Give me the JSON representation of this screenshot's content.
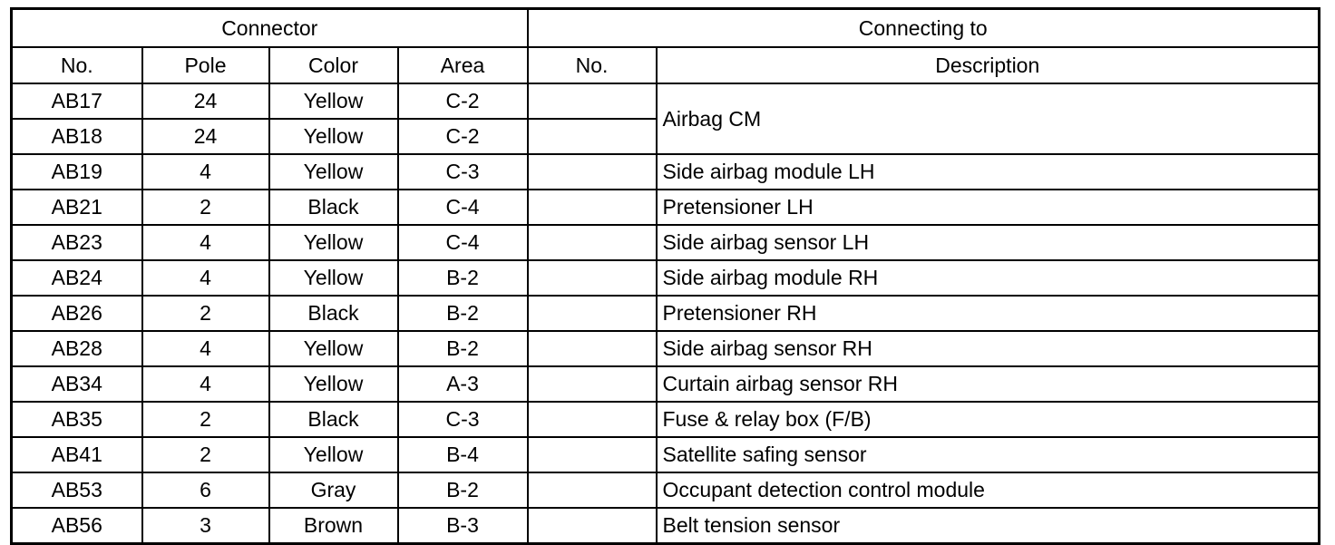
{
  "table": {
    "groups": [
      {
        "label": "Connector",
        "span": 4
      },
      {
        "label": "Connecting to",
        "span": 2
      }
    ],
    "columns": [
      {
        "key": "no",
        "label": "No."
      },
      {
        "key": "pole",
        "label": "Pole"
      },
      {
        "key": "color",
        "label": "Color"
      },
      {
        "key": "area",
        "label": "Area"
      },
      {
        "key": "to_no",
        "label": "No."
      },
      {
        "key": "desc",
        "label": "Description"
      }
    ],
    "rows": [
      {
        "no": "AB17",
        "pole": "24",
        "color": "Yellow",
        "area": "C-2",
        "to_no": "",
        "desc": "Airbag CM",
        "desc_rowspan": 2,
        "group_end": false
      },
      {
        "no": "AB18",
        "pole": "24",
        "color": "Yellow",
        "area": "C-2",
        "to_no": "",
        "desc": "",
        "desc_rowspan": 0,
        "group_end": true
      },
      {
        "no": "AB19",
        "pole": "4",
        "color": "Yellow",
        "area": "C-3",
        "to_no": "",
        "desc": "Side airbag module LH",
        "desc_rowspan": 1,
        "group_end": false
      },
      {
        "no": "AB21",
        "pole": "2",
        "color": "Black",
        "area": "C-4",
        "to_no": "",
        "desc": "Pretensioner LH",
        "desc_rowspan": 1,
        "group_end": false
      },
      {
        "no": "AB23",
        "pole": "4",
        "color": "Yellow",
        "area": "C-4",
        "to_no": "",
        "desc": "Side airbag sensor LH",
        "desc_rowspan": 1,
        "group_end": true
      },
      {
        "no": "AB24",
        "pole": "4",
        "color": "Yellow",
        "area": "B-2",
        "to_no": "",
        "desc": "Side airbag module RH",
        "desc_rowspan": 1,
        "group_end": false
      },
      {
        "no": "AB26",
        "pole": "2",
        "color": "Black",
        "area": "B-2",
        "to_no": "",
        "desc": "Pretensioner RH",
        "desc_rowspan": 1,
        "group_end": false
      },
      {
        "no": "AB28",
        "pole": "4",
        "color": "Yellow",
        "area": "B-2",
        "to_no": "",
        "desc": "Side airbag sensor RH",
        "desc_rowspan": 1,
        "group_end": true
      },
      {
        "no": "AB34",
        "pole": "4",
        "color": "Yellow",
        "area": "A-3",
        "to_no": "",
        "desc": "Curtain airbag sensor RH",
        "desc_rowspan": 1,
        "group_end": true
      },
      {
        "no": "AB35",
        "pole": "2",
        "color": "Black",
        "area": "C-3",
        "to_no": "",
        "desc": "Fuse & relay box (F/B)",
        "desc_rowspan": 1,
        "group_end": false
      },
      {
        "no": "AB41",
        "pole": "2",
        "color": "Yellow",
        "area": "B-4",
        "to_no": "",
        "desc": "Satellite safing sensor",
        "desc_rowspan": 1,
        "group_end": false
      },
      {
        "no": "AB53",
        "pole": "6",
        "color": "Gray",
        "area": "B-2",
        "to_no": "",
        "desc": "Occupant detection control module",
        "desc_rowspan": 1,
        "group_end": false
      },
      {
        "no": "AB56",
        "pole": "3",
        "color": "Brown",
        "area": "B-3",
        "to_no": "",
        "desc": "Belt tension sensor",
        "desc_rowspan": 1,
        "group_end": false
      }
    ]
  }
}
